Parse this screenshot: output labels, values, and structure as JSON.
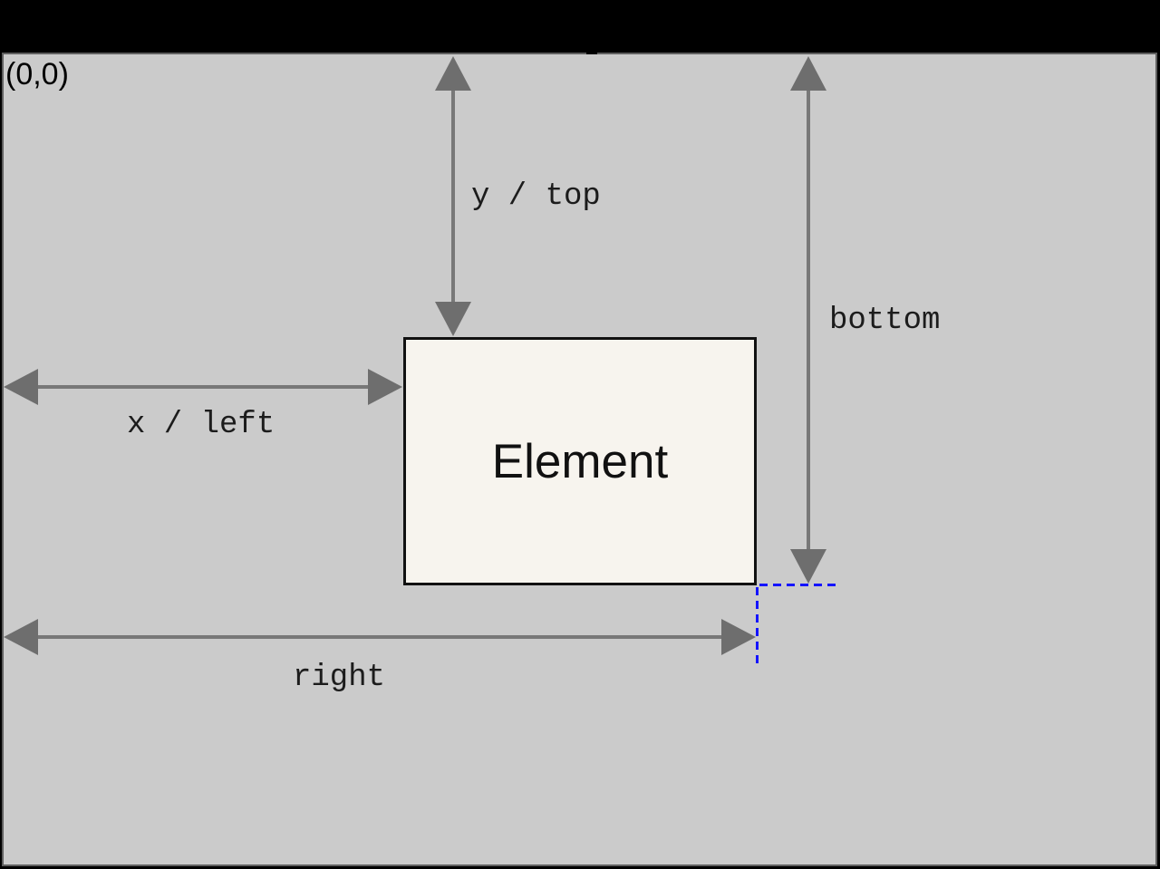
{
  "diagram": {
    "origin_label": "(0,0)",
    "element_label": "Element",
    "arrow_labels": {
      "y_top": "y / top",
      "bottom": "bottom",
      "x_left": "x / left",
      "right": "right"
    }
  },
  "colors": {
    "frame": "#000000",
    "viewport_bg": "#cbcbcb",
    "viewport_border": "#5f5f5f",
    "arrow_shaft": "#787878",
    "arrow_head": "#6e6e6e",
    "label_text": "#1c1c1c",
    "element_bg": "#f7f4ee",
    "element_border": "#111111",
    "guide_blue": "#1414ff"
  }
}
